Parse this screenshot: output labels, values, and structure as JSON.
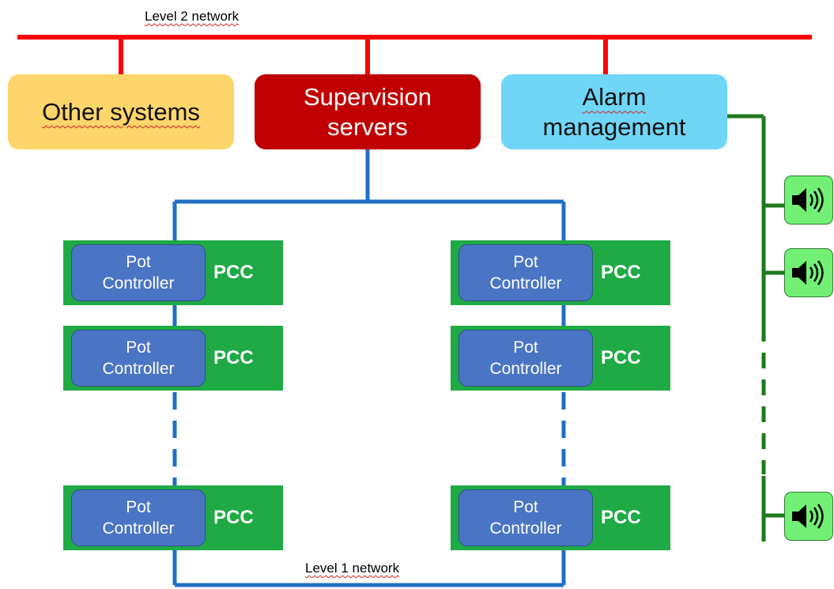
{
  "networks": {
    "level2": "Level 2 network",
    "level1": "Level 1 network"
  },
  "boxes": {
    "other_systems": "Other systems",
    "supervision": {
      "line1": "Supervision",
      "line2": "servers"
    },
    "alarm": {
      "line1": "Alarm",
      "line2": "management"
    }
  },
  "controller": {
    "line1": "Pot",
    "line2": "Controller",
    "pcc_label": "PCC"
  },
  "colors": {
    "level2_network": "#ff0000",
    "level1_network": "#1f6fc5",
    "alarm_bus": "#1e7a1e",
    "other_systems": "#fdd56a",
    "supervision": "#c00000",
    "alarm": "#6fd6f8",
    "pcc": "#1faa45",
    "pot_controller": "#4a74c4",
    "speaker": "#72f075"
  },
  "icons": {
    "speaker": "speaker-icon"
  }
}
